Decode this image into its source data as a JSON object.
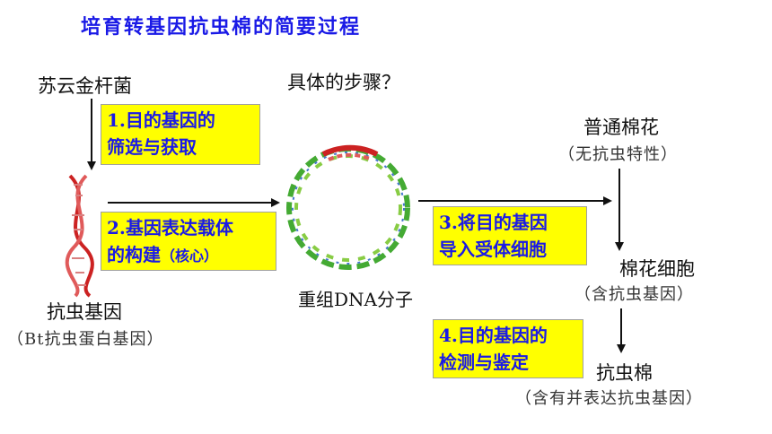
{
  "title": "培育转基因抗虫棉的简要过程",
  "question": "具体的步骤？",
  "source": "苏云金杆菌",
  "gene": {
    "name": "抗虫基因",
    "note": "（Bt抗虫蛋白基因）"
  },
  "recombinant": "重组DNA分子",
  "cotton": {
    "name": "普通棉花",
    "note": "（无抗虫特性）"
  },
  "cell": {
    "name": "棉花细胞",
    "note": "（含抗虫基因）"
  },
  "result": {
    "name": "抗虫棉",
    "note": "（含有并表达抗虫基因）"
  },
  "steps": [
    {
      "line1": "1.目的基因的",
      "line2": "筛选与获取"
    },
    {
      "line1": "2.基因表达载体",
      "line2a": "的构建",
      "line2b": "（核心）"
    },
    {
      "line1": "3.将目的基因",
      "line2": "导入受体细胞"
    },
    {
      "line1": "4.目的基因的",
      "line2": "检测与鉴定"
    }
  ],
  "colors": {
    "title": "#1a1ae6",
    "step_bg": "#ffff00",
    "step_text": "#1a1ae6",
    "dna_red": "#cc2222",
    "dna_green": "#44aa33"
  }
}
